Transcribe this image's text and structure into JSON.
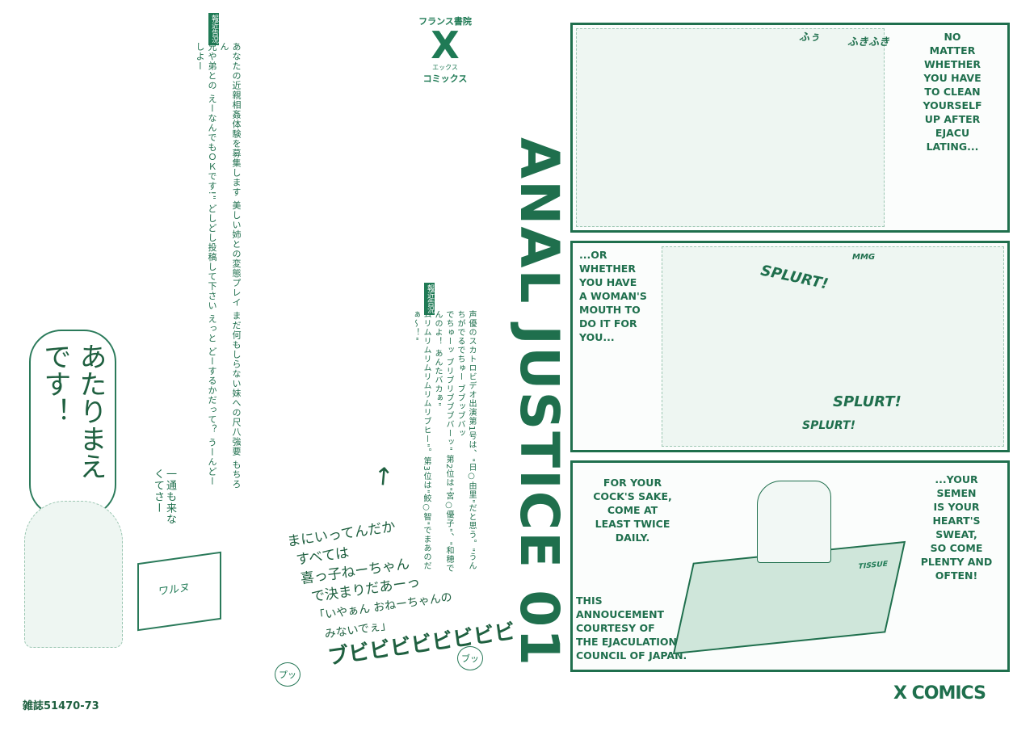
{
  "left": {
    "tag1": "報近告況",
    "column1": [
      "あなたの近親相姦体験を募集します 美しい姉との変態プレイ まだ何もしらない妹への尺八強要 もちろん",
      "兄や弟との えーなんでもＯＫです!\" どしどし投稿して下さい えっと どーするかだって？ うーんどーしよー"
    ],
    "bubble": "あたりまえです！",
    "aside": "一通も来なくてさー",
    "box_label": "ワルヌ",
    "code": "雑誌51470-73"
  },
  "middle": {
    "logo_publisher": "フランス書院",
    "logo_mark": "X",
    "logo_sub": "エックス",
    "logo_name": "コミックス",
    "tag2": "報近告況",
    "column2": [
      "声優のスカトロビデオ出演第1号は、\"日○由里\"だと思う。\"うんちがでるでちゅー ブブッブバッ",
      "でちゅーッ ブリブリブブブバーッ\" 第2位は\"宮○優子\"、\"和穂でんのよ！ あんたバカぁ\"",
      "ムリムリムリムリムリムリブヒー\"。第3位は\"鮫○智\"でまあのだぁ～！\""
    ],
    "hand_lines": [
      "まにいってんだか",
      "すべては",
      "喜っ子ねーちゃん",
      "で決まりだあーっ",
      "「いやぁん おねーちゃんの",
      "みないでぇ」",
      "ブビビビビビビビビ"
    ],
    "sfx_left": "プッ",
    "sfx_right": "ブッ"
  },
  "title": "ANAL JUSTICE 01",
  "panels": [
    {
      "text": "NO\nMATTER\nWHETHER\nYOU HAVE\nTO CLEAN\nYOURSELF\nUP AFTER\nEJACU\nLATING...",
      "sfx": [
        "ふぅ",
        "ふきふき"
      ]
    },
    {
      "text": "...OR\nWHETHER\nYOU HAVE\nA WOMAN'S\nMOUTH TO\nDO IT FOR\nYOU...",
      "sfx": [
        "SPLURT!",
        "SPLURT!",
        "SPLURT!",
        "MMG"
      ]
    },
    {
      "text_left": "FOR YOUR\nCOCK'S SAKE,\nCOME AT\nLEAST TWICE\nDAILY.",
      "text_right": "...YOUR\nSEMEN\nIS YOUR\nHEART'S\nSWEAT,\nSO COME\nPLENTY AND\nOFTEN!",
      "text_bottom": "THIS\nANNOUCEMENT\nCOURTESY OF\nTHE EJACULATION\nCOUNCIL OF JAPAN.",
      "box_label": "TISSUE"
    }
  ],
  "footer_logo": "X COMICS",
  "colors": {
    "ink": "#1f6f4d",
    "paper": "#ffffff"
  }
}
